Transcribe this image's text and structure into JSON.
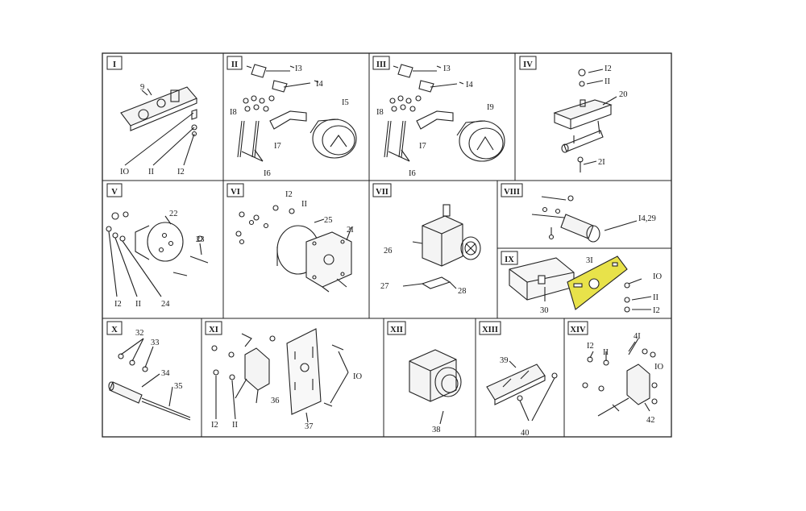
{
  "panels": [
    {
      "id": "I",
      "callouts": [
        "9",
        "IO",
        "II",
        "I2"
      ]
    },
    {
      "id": "II",
      "callouts": [
        "I3",
        "I4",
        "I5",
        "I8",
        "I7",
        "I6"
      ]
    },
    {
      "id": "III",
      "callouts": [
        "I3",
        "I4",
        "I8",
        "I9",
        "I7",
        "I6"
      ]
    },
    {
      "id": "IV",
      "callouts": [
        "I2",
        "II",
        "20",
        "2I"
      ]
    },
    {
      "id": "V",
      "callouts": [
        "22",
        "23",
        "I2",
        "II",
        "24"
      ]
    },
    {
      "id": "VI",
      "callouts": [
        "I2",
        "II",
        "25",
        "2I"
      ]
    },
    {
      "id": "VII",
      "callouts": [
        "26",
        "27",
        "28"
      ]
    },
    {
      "id": "VIII",
      "callouts": [
        "I4,29"
      ]
    },
    {
      "id": "IX",
      "callouts": [
        "3I",
        "IO",
        "II",
        "I2",
        "30"
      ]
    },
    {
      "id": "X",
      "callouts": [
        "32",
        "33",
        "34",
        "35"
      ]
    },
    {
      "id": "XI",
      "callouts": [
        "IO",
        "36",
        "37",
        "I2",
        "II"
      ]
    },
    {
      "id": "XII",
      "callouts": [
        "38"
      ]
    },
    {
      "id": "XIII",
      "callouts": [
        "39",
        "40"
      ]
    },
    {
      "id": "XIV",
      "callouts": [
        "4I",
        "I2",
        "II",
        "IO",
        "42"
      ]
    }
  ],
  "highlight_color": "#e8e24a"
}
